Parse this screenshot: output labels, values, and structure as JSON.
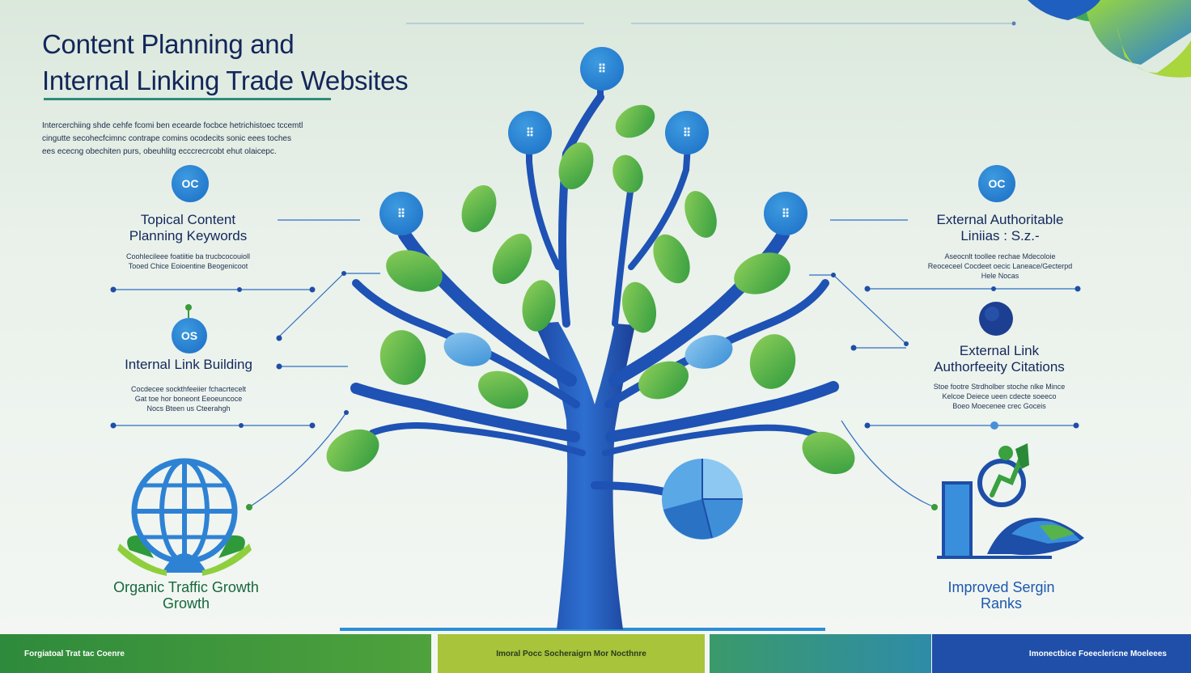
{
  "title": {
    "line1": "Content Planning and",
    "line2": "Internal Linking Trade Websites"
  },
  "intro": {
    "line1": "Intercerchiing shde cehfe fcomi ben ecearde focbce hetrichistoec tccemtl",
    "line2": "cingutte secohecfcimnc contrape comins ocodecits sonic eees toches",
    "line3": "ees ececng obechiten purs, obeuhlitg ecccrecrcobt ehut olaicepc."
  },
  "nodes": {
    "top": "⠿",
    "upper_left": "⠿",
    "upper_right": "⠿",
    "left": "⠿",
    "right": "⠿"
  },
  "left_panel": {
    "topical": {
      "badge": "OC",
      "heading_l1": "Topical Content",
      "heading_l2": "Planning Keywords",
      "desc_l1": "Coohlecileee foatiitie ba trucbcocouioll",
      "desc_l2": "Tooed Chice Eoioentine Beogenicoot"
    },
    "internal": {
      "badge": "OS",
      "heading": "Internal Link Building",
      "desc_l1": "Cocdecee sockthfeeiier fchacrtecelt",
      "desc_l2": "Gat toe hor boneont Eeoeuncoce",
      "desc_l3": "Nocs Bteen us Cteerahgh"
    },
    "organic": {
      "heading_l1": "Organic  Traffic Growth",
      "heading_l2": "Growth"
    }
  },
  "right_panel": {
    "authority": {
      "badge": "OC",
      "heading_l1": "External Authoritable",
      "heading_l2": "Liniias : S.z.-",
      "desc_l1": "Aseocnlt toollee rechae Mdecoloie",
      "desc_l2": "Reoceceel Cocdeet oecic Laneace/Gecterpd",
      "desc_l3": "Hele Nocas"
    },
    "external": {
      "heading_l1": "External Link",
      "heading_l2": "Authorfeeity Citations",
      "desc_l1": "Stoe footre Strdholber stoche nlke Mince",
      "desc_l2": "Kelcoe Deiece ueen cdecte soeeco",
      "desc_l3": "Boeo Moecenee crec Goceis"
    },
    "improved": {
      "heading_l1": "Improved Sergin",
      "heading_l2": "Ranks"
    }
  },
  "footer": {
    "seg1": "Forgiatoal Trat tac Coenre",
    "seg2": "Imoral  Pocc Socheraigrn Mor Nocthnre",
    "seg3": "",
    "seg4": "Imonectbice Foeeclericne Moeleees"
  },
  "colors": {
    "navy": "#13265a",
    "blue": "#1f5fbf",
    "badge_blue": "#1a6cc4",
    "leaf_green": "#52b540",
    "teal_rule": "#2e8b7a",
    "footer_green": "#3f9a3a",
    "footer_lime": "#a9c43a",
    "footer_teal": "#2e9a8c",
    "footer_navy": "#1f4fa8"
  }
}
